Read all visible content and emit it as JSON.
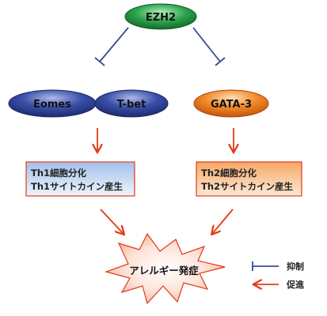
{
  "nodes": {
    "ezh2": "EZH2",
    "eomes": "Eomes",
    "tbet": "T-bet",
    "gata3": "GATA-3"
  },
  "boxes": {
    "th1": {
      "line1": "Th1細胞分化",
      "line2": "Th1サイトカイン産生"
    },
    "th2": {
      "line1": "Th2細胞分化",
      "line2": "Th2サイトカイン産生"
    }
  },
  "outcome": "アレルギー発症",
  "legend": {
    "inhibit": "抑制",
    "promote": "促進"
  },
  "colors": {
    "ezh2_green": "#2ca24a",
    "ellipse_blue": "#2a3f8f",
    "gata3_orange": "#f07a20",
    "inhibit_line": "#3a4a9a",
    "promote_arrow": "#e23a1a",
    "th1_box_top": "#a8c4e8",
    "th2_box_top": "#f7b072"
  }
}
